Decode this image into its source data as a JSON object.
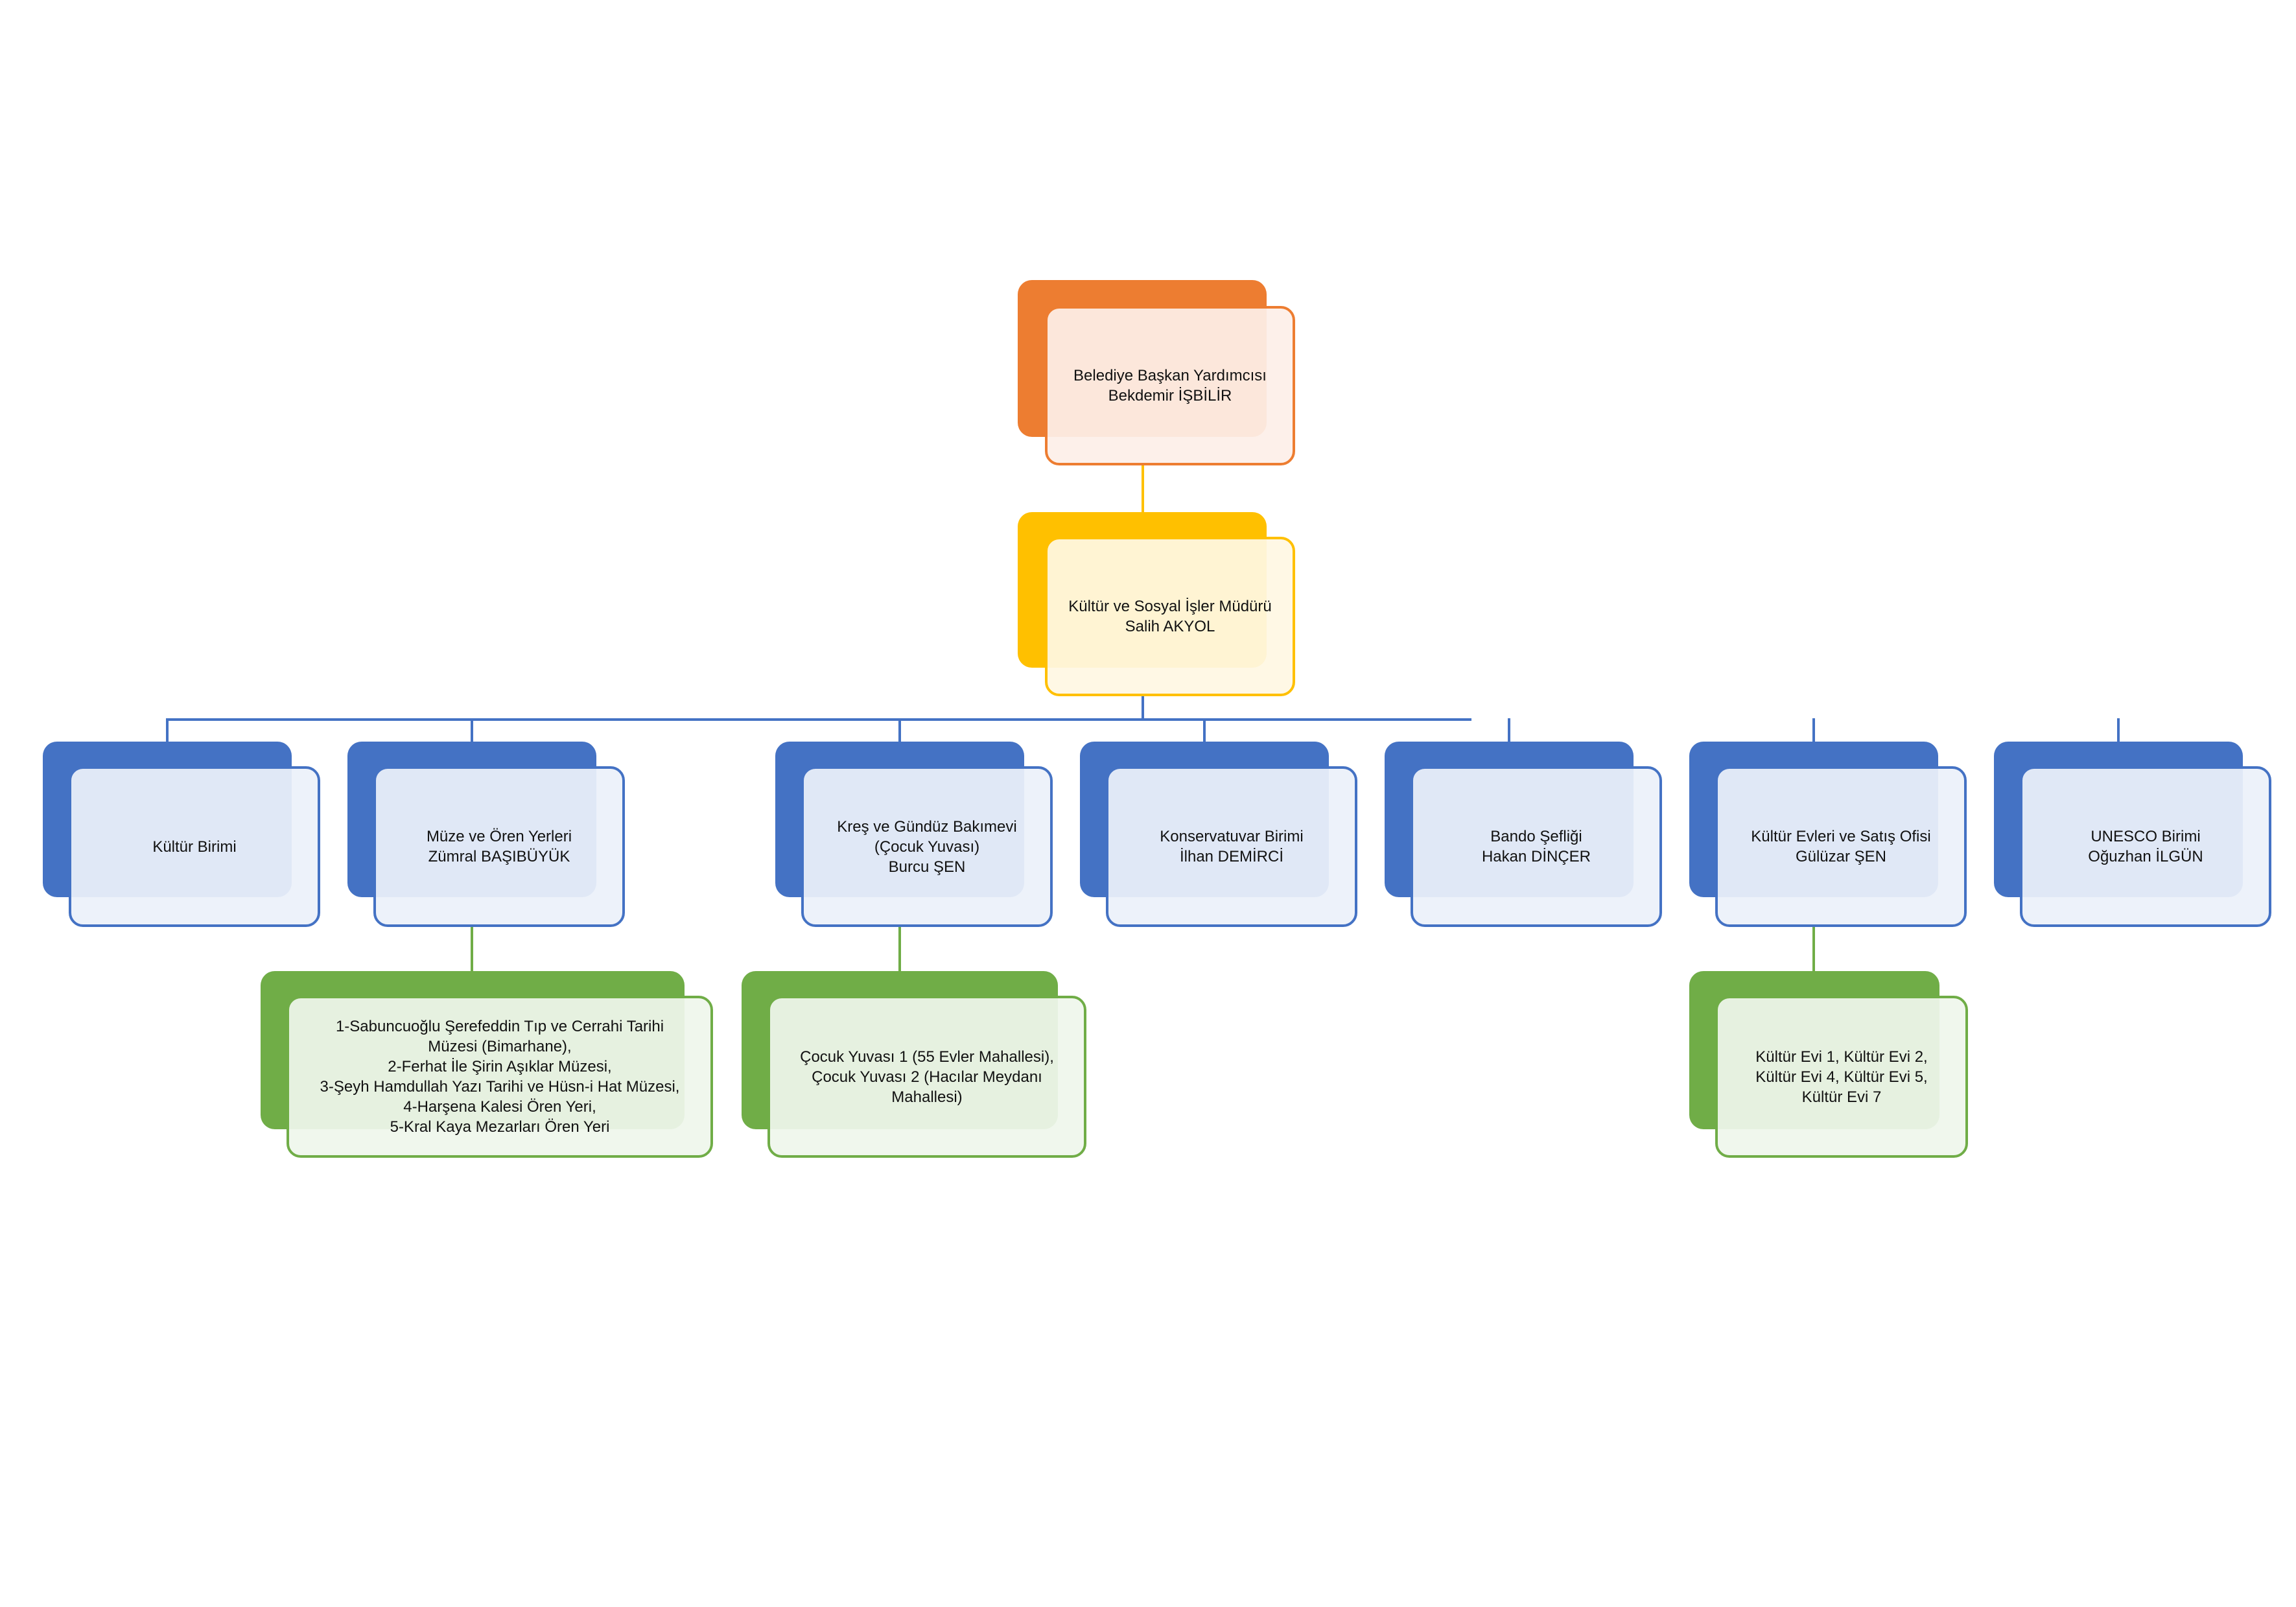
{
  "colors": {
    "orange": "#ED7D31",
    "yellow": "#FFC000",
    "blue": "#4472C4",
    "green": "#70AD47",
    "orange_fill": "#FDEFE8",
    "yellow_fill": "#FFF8E3",
    "blue_fill": "#ECF1FA",
    "green_fill": "#EFF6EC"
  },
  "nodes": {
    "deputy_mayor": "Belediye Başkan Yardımcısı\nBekdemir İŞBİLİR",
    "director": "Kültür ve Sosyal İşler Müdürü\nSalih AKYOL",
    "culture_unit": "Kültür Birimi",
    "museum": "Müze ve Ören Yerleri\nZümral BAŞIBÜYÜK",
    "nursery": "Kreş ve Gündüz Bakımevi\n(Çocuk Yuvası)\nBurcu ŞEN",
    "conservatory": "Konservatuvar Birimi\nİlhan DEMİRCİ",
    "band": "Bando Şefliği\nHakan DİNÇER",
    "culture_houses": "Kültür Evleri ve Satış Ofisi\nGülüzar ŞEN",
    "unesco": "UNESCO Birimi\nOğuzhan İLGÜN",
    "museum_list": "1-Sabuncuoğlu Şerefeddin Tıp ve Cerrahi Tarihi\nMüzesi (Bimarhane),\n2-Ferhat İle Şirin Aşıklar Müzesi,\n3-Şeyh Hamdullah Yazı Tarihi ve Hüsn-i Hat Müzesi,\n4-Harşena Kalesi Ören Yeri,\n5-Kral Kaya Mezarları Ören Yeri",
    "nursery_list": "Çocuk Yuvası 1 (55 Evler Mahallesi),\nÇocuk Yuvası 2 (Hacılar Meydanı\nMahallesi)",
    "culture_houses_list": "Kültür Evi 1,  Kültür Evi 2,\nKültür Evi 4, Kültür Evi 5,\nKültür Evi 7"
  }
}
